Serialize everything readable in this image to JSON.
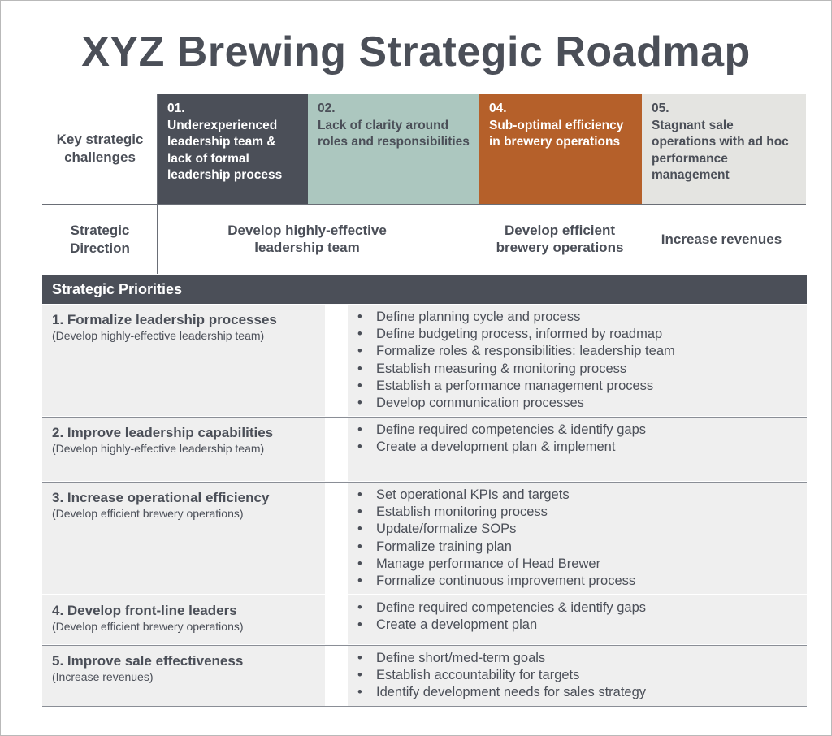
{
  "title": "XYZ Brewing Strategic Roadmap",
  "colors": {
    "dark": "#4b4f58",
    "teal": "#acc7bf",
    "orange": "#b5602a",
    "light": "#e4e4e1",
    "row_bg": "#efefef"
  },
  "labels": {
    "challenges": "Key strategic challenges",
    "direction": "Strategic Direction"
  },
  "challenges": [
    {
      "num": "01.",
      "text": "Underexperienced leadership team & lack of formal leadership process"
    },
    {
      "num": "02.",
      "text": "Lack of clarity around roles and responsibilities"
    },
    {
      "num": "04.",
      "text": "Sub-optimal efficiency in brewery operations"
    },
    {
      "num": "05.",
      "text": "Stagnant sale operations with ad hoc performance management"
    }
  ],
  "directions": [
    "Develop highly-effective leadership team",
    "Develop efficient brewery operations",
    "Increase revenues"
  ],
  "priorities_header": "Strategic Priorities",
  "priorities": [
    {
      "title": "1. Formalize leadership processes",
      "sub": "(Develop highly-effective leadership team)",
      "items": [
        "Define planning cycle and process",
        "Define budgeting process, informed by roadmap",
        "Formalize roles & responsibilities: leadership team",
        "Establish measuring & monitoring process",
        "Establish a performance management process",
        "Develop communication processes"
      ]
    },
    {
      "title": "2. Improve leadership capabilities",
      "sub": "(Develop highly-effective leadership team)",
      "items": [
        "Define required competencies & identify gaps",
        "Create a development plan & implement"
      ]
    },
    {
      "title": "3. Increase operational efficiency",
      "sub": "(Develop efficient brewery operations)",
      "items": [
        "Set operational KPIs and targets",
        "Establish monitoring process",
        "Update/formalize SOPs",
        "Formalize training plan",
        "Manage performance of Head Brewer",
        "Formalize continuous improvement process"
      ]
    },
    {
      "title": "4. Develop front-line leaders",
      "sub": "(Develop efficient brewery operations)",
      "items": [
        "Define required competencies & identify gaps",
        "Create a development plan"
      ]
    },
    {
      "title": "5. Improve sale effectiveness",
      "sub": "(Increase revenues)",
      "items": [
        "Define short/med-term goals",
        "Establish accountability for targets",
        "Identify development needs for sales strategy"
      ]
    }
  ]
}
